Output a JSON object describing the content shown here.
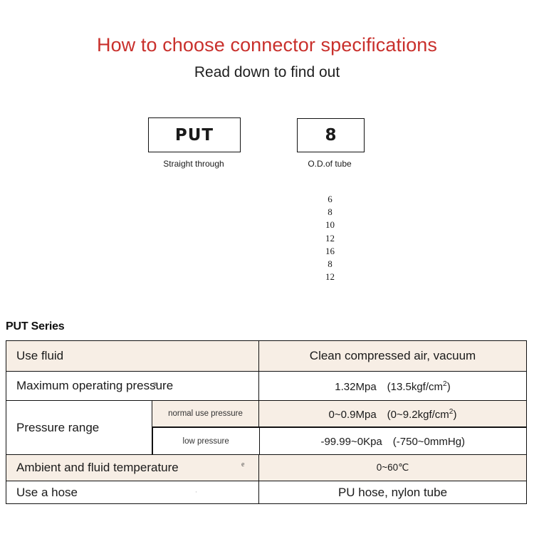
{
  "header": {
    "title": "How to choose connector specifications",
    "subtitle": "Read down to find out",
    "title_color": "#c9302c"
  },
  "selector": {
    "boxes": [
      {
        "code": "PUT",
        "caption": "Straight through"
      },
      {
        "code": "8",
        "caption": "O.D.of tube"
      }
    ],
    "tube_sizes": [
      "6",
      "8",
      "10",
      "12",
      "16",
      "8",
      "12"
    ]
  },
  "spec_table": {
    "heading": "PUT Series",
    "row_colors": {
      "odd": "#f7eee5",
      "even": "#ffffff"
    },
    "rows": [
      {
        "label": "Use fluid",
        "value": "Clean compressed air, vacuum"
      },
      {
        "label": "Maximum operating pressure",
        "value": "1.32Mpa　(13.5kgf/cm²)",
        "artifact": "ss"
      },
      {
        "label": "Pressure range",
        "sub_rows": [
          {
            "sublabel": "normal use pressure",
            "value": "0~0.9Mpa　(0~9.2kgf/cm²)"
          },
          {
            "sublabel": "low pressure",
            "value": "-99.99~0Kpa　(-750~0mmHg)"
          }
        ]
      },
      {
        "label": "Ambient and fluid temperature",
        "value": "0~60℃",
        "artifact": "e"
      },
      {
        "label": "Use a hose",
        "value": "PU hose, nylon tube",
        "artifact": "·"
      }
    ]
  }
}
